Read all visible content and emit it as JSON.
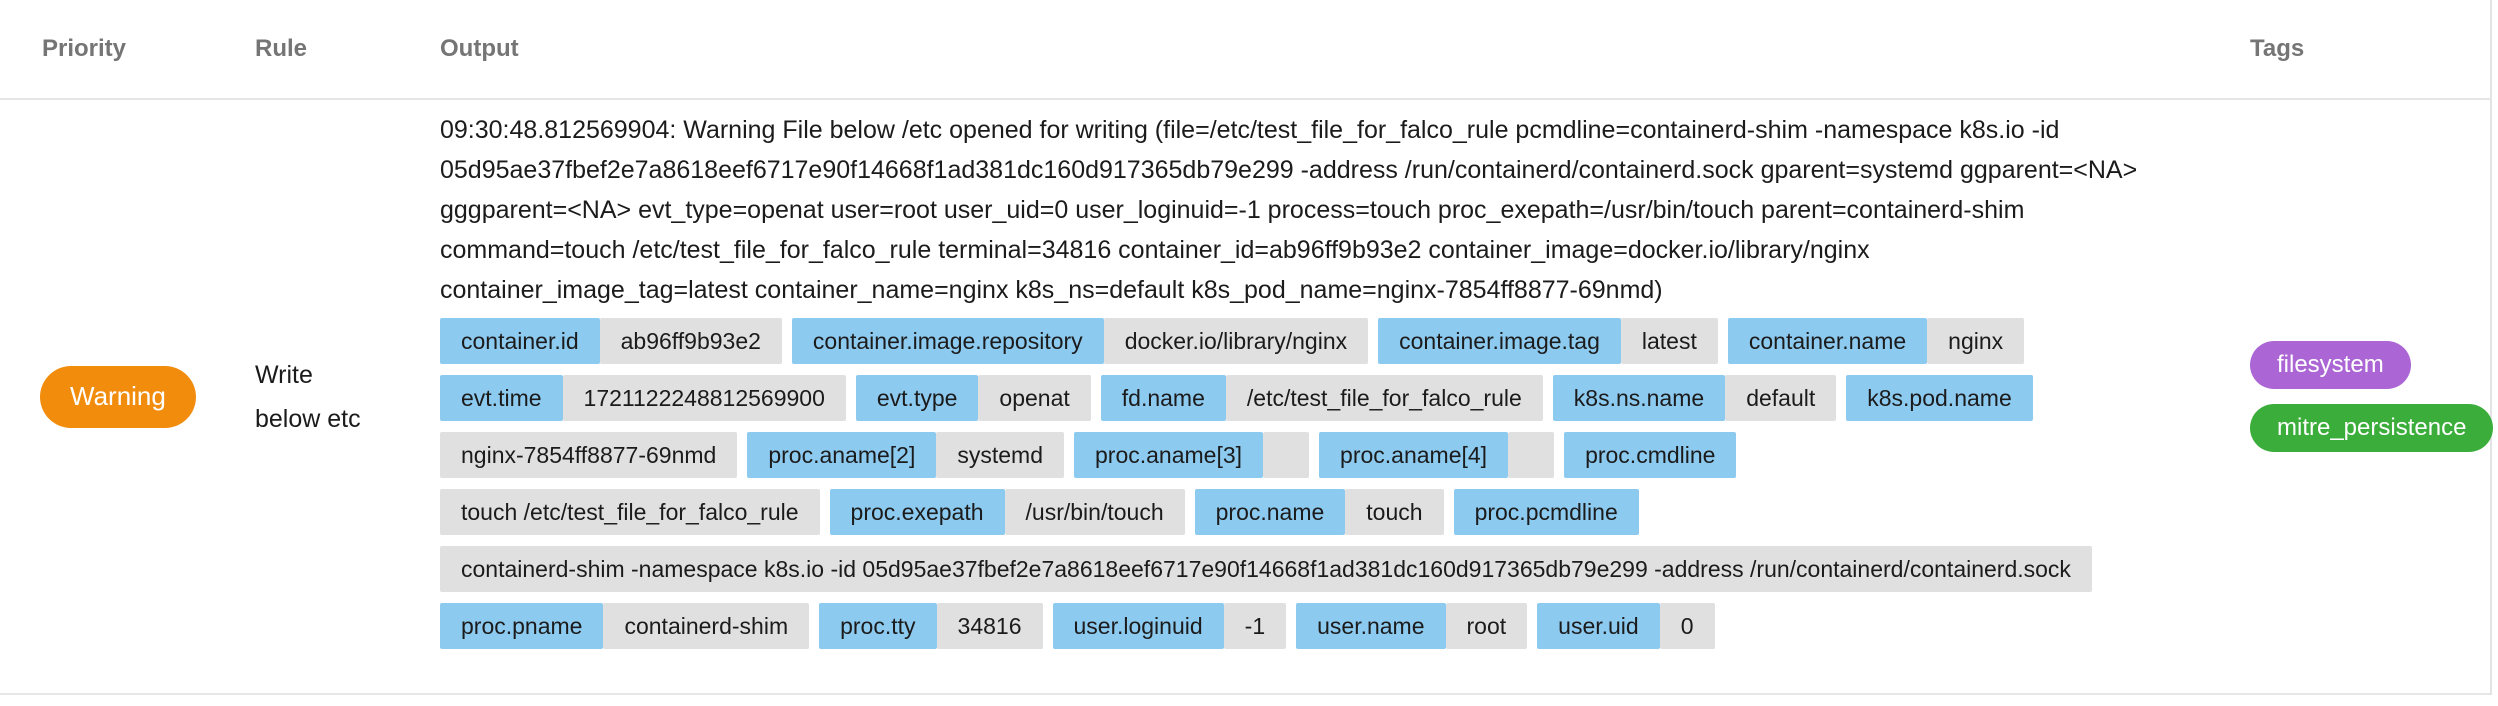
{
  "table": {
    "columns": {
      "priority": "Priority",
      "rule": "Rule",
      "output": "Output",
      "tags": "Tags"
    }
  },
  "row": {
    "priority": {
      "label": "Warning",
      "color": "#F28C0D"
    },
    "rule": "Write below etc",
    "output_text": "09:30:48.812569904: Warning File below /etc opened for writing (file=/etc/test_file_for_falco_rule pcmdline=containerd-shim -namespace k8s.io -id 05d95ae37fbef2e7a8618eef6717e90f14668f1ad381dc160d917365db79e299 -address /run/containerd/containerd.sock gparent=systemd ggparent=<NA> gggparent=<NA> evt_type=openat user=root user_uid=0 user_loginuid=-1 process=touch proc_exepath=/usr/bin/touch parent=containerd-shim command=touch /etc/test_file_for_falco_rule terminal=34816 container_id=ab96ff9b93e2 container_image=docker.io/library/nginx container_image_tag=latest container_name=nginx k8s_ns=default k8s_pod_name=nginx-7854ff8877-69nmd)",
    "fields_rows": [
      [
        {
          "key": "container.id",
          "value": "ab96ff9b93e2"
        },
        {
          "key": "container.image.repository",
          "value": "docker.io/library/nginx"
        },
        {
          "key": "container.image.tag",
          "value": "latest"
        },
        {
          "key": "container.name",
          "value": "nginx"
        }
      ],
      [
        {
          "key": "evt.time",
          "value": "1721122248812569900"
        },
        {
          "key": "evt.type",
          "value": "openat"
        },
        {
          "key": "fd.name",
          "value": "/etc/test_file_for_falco_rule"
        },
        {
          "key": "k8s.ns.name",
          "value": "default"
        },
        {
          "key": "k8s.pod.name"
        }
      ],
      [
        {
          "value": "nginx-7854ff8877-69nmd"
        },
        {
          "key": "proc.aname[2]",
          "value": "systemd"
        },
        {
          "key": "proc.aname[3]",
          "value": ""
        },
        {
          "key": "proc.aname[4]",
          "value": ""
        },
        {
          "key": "proc.cmdline"
        }
      ],
      [
        {
          "value": "touch /etc/test_file_for_falco_rule"
        },
        {
          "key": "proc.exepath",
          "value": "/usr/bin/touch"
        },
        {
          "key": "proc.name",
          "value": "touch"
        },
        {
          "key": "proc.pcmdline"
        }
      ],
      [
        {
          "value": "containerd-shim -namespace k8s.io -id 05d95ae37fbef2e7a8618eef6717e90f14668f1ad381dc160d917365db79e299 -address /run/containerd/containerd.sock"
        }
      ],
      [
        {
          "key": "proc.pname",
          "value": "containerd-shim"
        },
        {
          "key": "proc.tty",
          "value": "34816"
        },
        {
          "key": "user.loginuid",
          "value": "-1"
        },
        {
          "key": "user.name",
          "value": "root"
        },
        {
          "key": "user.uid",
          "value": "0"
        }
      ]
    ],
    "tags": [
      {
        "label": "filesystem",
        "color": "#AB65D4"
      },
      {
        "label": "mitre_persistence",
        "color": "#3BAD3B"
      }
    ]
  },
  "colors": {
    "priority_warning": "#F28C0D",
    "field_key_bg": "#8DCAF0",
    "field_value_bg": "#E0E0E0",
    "tag_filesystem": "#AB65D4",
    "tag_mitre_persistence": "#3BAD3B"
  }
}
